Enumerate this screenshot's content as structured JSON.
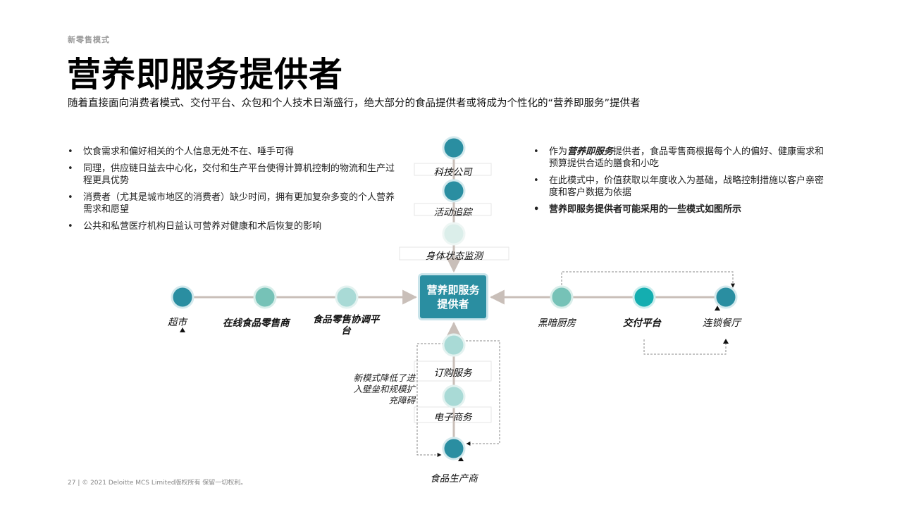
{
  "header": {
    "section": "新零售模式",
    "title": "营养即服务提供者",
    "subtitle": "随着直接面向消费者模式、交付平台、众包和个人技术日渐盛行，绝大部分的食品提供者或将成为个性化的“营养即服务”提供者"
  },
  "left_bullets": [
    "饮食需求和偏好相关的个人信息无处不在、唾手可得",
    "同理，供应链日益去中心化，交付和生产平台使得计算机控制的物流和生产过程更具优势",
    "消费者（尤其是城市地区的消费者）缺少时间，拥有更加复杂多变的个人营养需求和愿望",
    "公共和私营医疗机构日益认可营养对健康和术后恢复的影响"
  ],
  "right_bullets": {
    "b1_prefix": "作为",
    "b1_em": "营养即服务",
    "b1_suffix": "提供者，食品零售商根据每个人的偏好、健康需求和预算提供合适的膳食和小吃",
    "b2": "在此模式中，价值获取以年度收入为基础，战略控制措施以客户亲密度和客户数据为依据",
    "b3": "营养即服务提供者可能采用的一些模式如图所示"
  },
  "diagram": {
    "center": "营养即服务提供者",
    "top_nodes": [
      "科技公司",
      "活动追踪",
      "身体状态监测"
    ],
    "left_nodes": [
      "超市",
      "在线食品零售商",
      "食品零售协调平台"
    ],
    "right_nodes": [
      "黑暗厨房",
      "交付平台",
      "连锁餐厅"
    ],
    "bottom_nodes": [
      "订购服务",
      "电子商务",
      "食品生产商"
    ],
    "note": "新模式降低了进入壁垒和规模扩充障碍",
    "colors": {
      "dark_teal": "#2a8ea1",
      "mid_teal": "#76c2b7",
      "light_teal": "#a9dad6",
      "pale_teal": "#dbeeea",
      "bright_teal": "#14aeb0",
      "connector": "#c9bfb9"
    }
  },
  "footer": "27 |  © 2021 Deloitte MCS Limited版权所有 保留一切权利。"
}
